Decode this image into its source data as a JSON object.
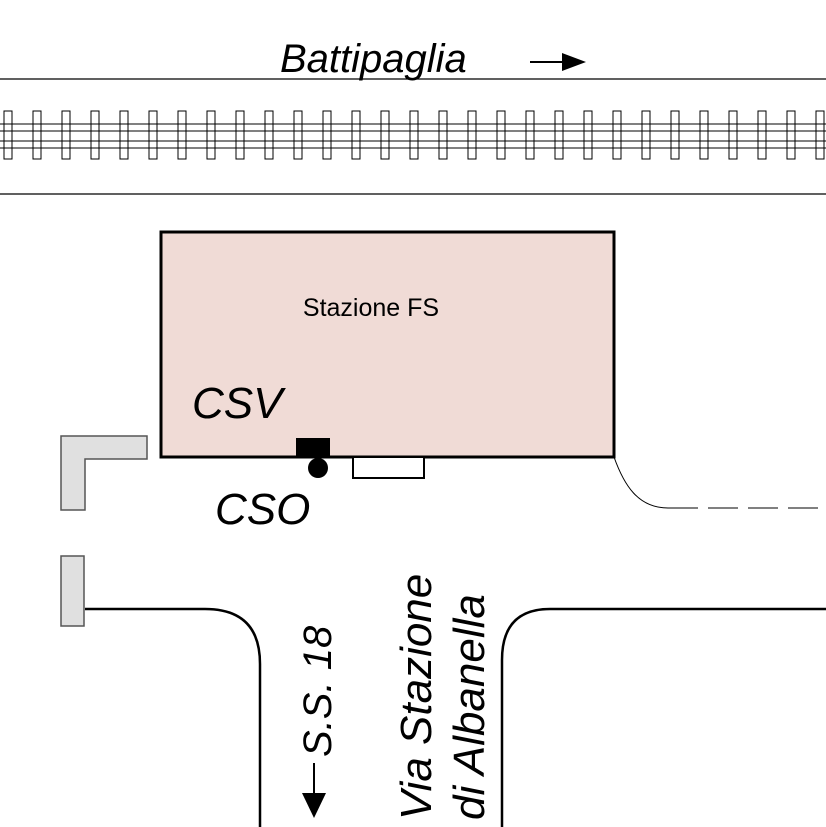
{
  "map": {
    "direction_label": "Battipaglia",
    "station_label": "Stazione FS",
    "csv_label": "CSV",
    "cso_label": "CSO",
    "road_ss18_label": "S.S. 18",
    "road_via_line1": "Via Stazione",
    "road_via_line2": "di Albanella"
  },
  "colors": {
    "station_fill": "#f0dbd6",
    "structure_fill": "#e0e0e0",
    "line": "#000000"
  }
}
